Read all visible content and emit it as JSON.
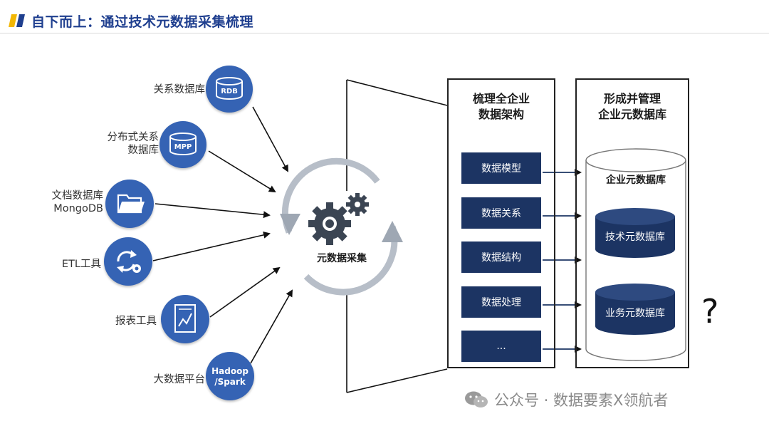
{
  "header": {
    "title": "自下而上：通过技术元数据采集梳理"
  },
  "sources": [
    {
      "label_lines": [
        "关系数据库"
      ],
      "icon_text": "RDB",
      "icon": "database-icon"
    },
    {
      "label_lines": [
        "分布式关系",
        "数据库"
      ],
      "icon_text": "MPP",
      "icon": "database-icon"
    },
    {
      "label_lines": [
        "文档数据库",
        "MongoDB"
      ],
      "icon_text": "",
      "icon": "folder-icon"
    },
    {
      "label_lines": [
        "ETL工具"
      ],
      "icon_text": "",
      "icon": "etl-cycle-gear-icon"
    },
    {
      "label_lines": [
        "报表工具"
      ],
      "icon_text": "",
      "icon": "report-document-icon"
    },
    {
      "label_lines": [
        "大数据平台"
      ],
      "icon_text": "Hadoop\n/Spark",
      "icon": "hadoop-spark-icon"
    }
  ],
  "hub": {
    "label": "元数据采集",
    "icon": "gears-icon"
  },
  "architecture": {
    "title_lines": [
      "梳理全企业",
      "数据架构"
    ],
    "items": [
      "数据模型",
      "数据关系",
      "数据结构",
      "数据处理",
      "..."
    ]
  },
  "repository": {
    "title_lines": [
      "形成并管理",
      "企业元数据库"
    ],
    "cylinder_label": "企业元数据库",
    "inner": [
      "技术元数据库",
      "业务元数据库"
    ]
  },
  "annotation": "?",
  "watermark": {
    "text": "公众号 · 数据要素X领航者",
    "icon": "wechat-icon"
  },
  "colors": {
    "title_blue": "#1f3f8f",
    "icon_blue": "#3563b4",
    "navy": "#1c3463",
    "arrow_gray": "#9ea7b3",
    "logo_yellow": "#f2b705"
  }
}
